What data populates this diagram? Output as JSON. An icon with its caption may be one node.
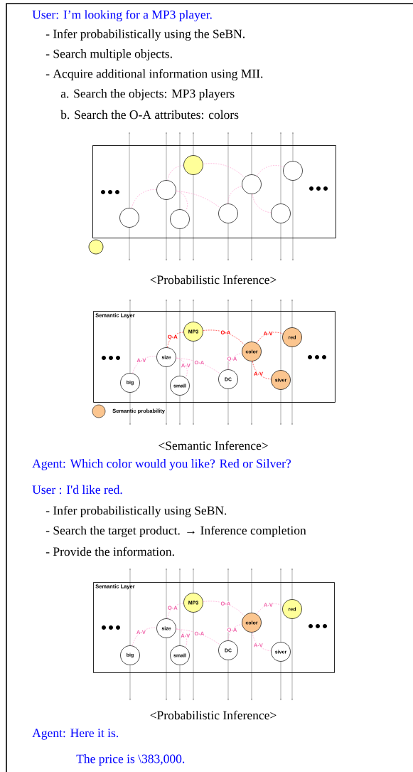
{
  "diagram": {
    "nodes": [
      {
        "text": [],
        "shape": "box"
      },
      {
        "text": [],
        "shape": "circle",
        "in": 0
      },
      {
        "text": [],
        "shape": "circle",
        "in": 0
      },
      {
        "text": [],
        "shape": "circle",
        "in": 0
      },
      {
        "text": [],
        "shape": "circle",
        "in": 0
      },
      {
        "text": [],
        "shape": "circle",
        "in": 0
      },
      {
        "text": [],
        "shape": "circle",
        "in": 0
      },
      {
        "text": [],
        "shape": "circle",
        "in": 0
      },
      {
        "text": [],
        "shape": "circle",
        "in": 0
      },
      {
        "text": [],
        "shape": "circle"
      },
      {
        "text": [
          "Semantic Layer"
        ]
      },
      {
        "text": [
          "big"
        ],
        "in": 10
      },
      {
        "text": [
          "size"
        ],
        "in": 10
      },
      {
        "text": [
          "small"
        ],
        "in": 10
      },
      {
        "text": [
          "MP3"
        ],
        "in": 10
      },
      {
        "text": [
          "DC"
        ],
        "in": 10
      },
      {
        "text": [
          "color"
        ],
        "in": 10
      },
      {
        "text": [
          "siver"
        ],
        "in": 10
      },
      {
        "text": [
          "red"
        ],
        "in": 10
      },
      {
        "text": [
          "Semantic Layer"
        ]
      },
      {
        "text": [
          "big"
        ],
        "in": 19
      },
      {
        "text": [
          "size"
        ],
        "in": 19
      },
      {
        "text": [
          "small"
        ],
        "in": 19
      },
      {
        "text": [
          "MP3"
        ],
        "in": 19
      },
      {
        "text": [
          "DC"
        ],
        "in": 19
      },
      {
        "text": [
          "color"
        ],
        "in": 19
      },
      {
        "text": [
          "siver"
        ],
        "in": 19
      },
      {
        "text": [
          "red"
        ],
        "in": 19
      }
    ],
    "edges": [
      {
        "from": 1,
        "to": 2,
        "arrow": "none",
        "style": "dashed"
      },
      {
        "from": 2,
        "to": 4,
        "arrow": "none",
        "style": "dashed"
      },
      {
        "from": 2,
        "to": 3,
        "arrow": "none",
        "style": "dashed"
      },
      {
        "from": 2,
        "to": 5,
        "arrow": "none",
        "style": "dashed"
      },
      {
        "from": 4,
        "to": 6,
        "arrow": "none",
        "style": "dashed"
      },
      {
        "from": 5,
        "to": 6,
        "arrow": "none",
        "style": "dashed"
      },
      {
        "from": 6,
        "to": 8,
        "arrow": "none",
        "style": "dashed"
      },
      {
        "from": 6,
        "to": 7,
        "arrow": "none",
        "style": "dashed"
      },
      {
        "from": 11,
        "to": 12,
        "arrow": "none",
        "style": "dashed",
        "label": "A-V"
      },
      {
        "from": 12,
        "to": 14,
        "arrow": "none",
        "style": "dashed",
        "label": "O-A",
        "color": "#ff0000"
      },
      {
        "from": 12,
        "to": 13,
        "arrow": "none",
        "style": "dashed",
        "label": "A-V"
      },
      {
        "from": 12,
        "to": 15,
        "arrow": "none",
        "style": "dashed",
        "label": "O-A"
      },
      {
        "from": 14,
        "to": 16,
        "arrow": "none",
        "style": "dashed",
        "label": "O-A",
        "color": "#ff0000"
      },
      {
        "from": 15,
        "to": 16,
        "arrow": "none",
        "style": "dashed",
        "label": "O-A"
      },
      {
        "from": 16,
        "to": 18,
        "arrow": "none",
        "style": "dashed",
        "label": "A-V",
        "color": "#ff0000"
      },
      {
        "from": 16,
        "to": 17,
        "arrow": "none",
        "style": "dashed",
        "label": "A-V",
        "color": "#ff0000"
      },
      {
        "from": 20,
        "to": 21,
        "arrow": "none",
        "style": "dashed",
        "label": "A-V"
      },
      {
        "from": 21,
        "to": 23,
        "arrow": "none",
        "style": "dashed",
        "label": "O-A"
      },
      {
        "from": 21,
        "to": 22,
        "arrow": "none",
        "style": "dashed",
        "label": "A-V"
      },
      {
        "from": 21,
        "to": 24,
        "arrow": "none",
        "style": "dashed",
        "label": "O-A"
      },
      {
        "from": 23,
        "to": 25,
        "arrow": "none",
        "style": "dashed",
        "label": "O-A"
      },
      {
        "from": 24,
        "to": 25,
        "arrow": "none",
        "style": "dashed",
        "label": "O-A"
      },
      {
        "from": 25,
        "to": 27,
        "arrow": "none",
        "style": "dashed",
        "label": "A-V"
      },
      {
        "from": 25,
        "to": 26,
        "arrow": "none",
        "style": "dashed",
        "label": "A-V"
      }
    ],
    "labels": [
      "User: I’m looking for a MP3 player.",
      "- Infer probabilistically using the SeBN.",
      "- Search multiple objects.",
      "- Acquire additional information using MII.",
      "a. Search the objects: MP3 players",
      "b. Search the O-A attributes: colors",
      "<Probabilistic Inference>",
      "<Semantic Inference>",
      "Agent: Which color would you like? Red or Silver?",
      "User : I'd like red.",
      "- Infer probabilistically using SeBN.",
      "- Search the target product. → Inference completion",
      "- Provide the information.",
      "<Probabilistic Inference>",
      "Agent: Here it is.",
      "The price is \\383,000."
    ],
    "legend": [
      {
        "text": "Semantic probability",
        "color": "#fbc58f"
      }
    ]
  }
}
